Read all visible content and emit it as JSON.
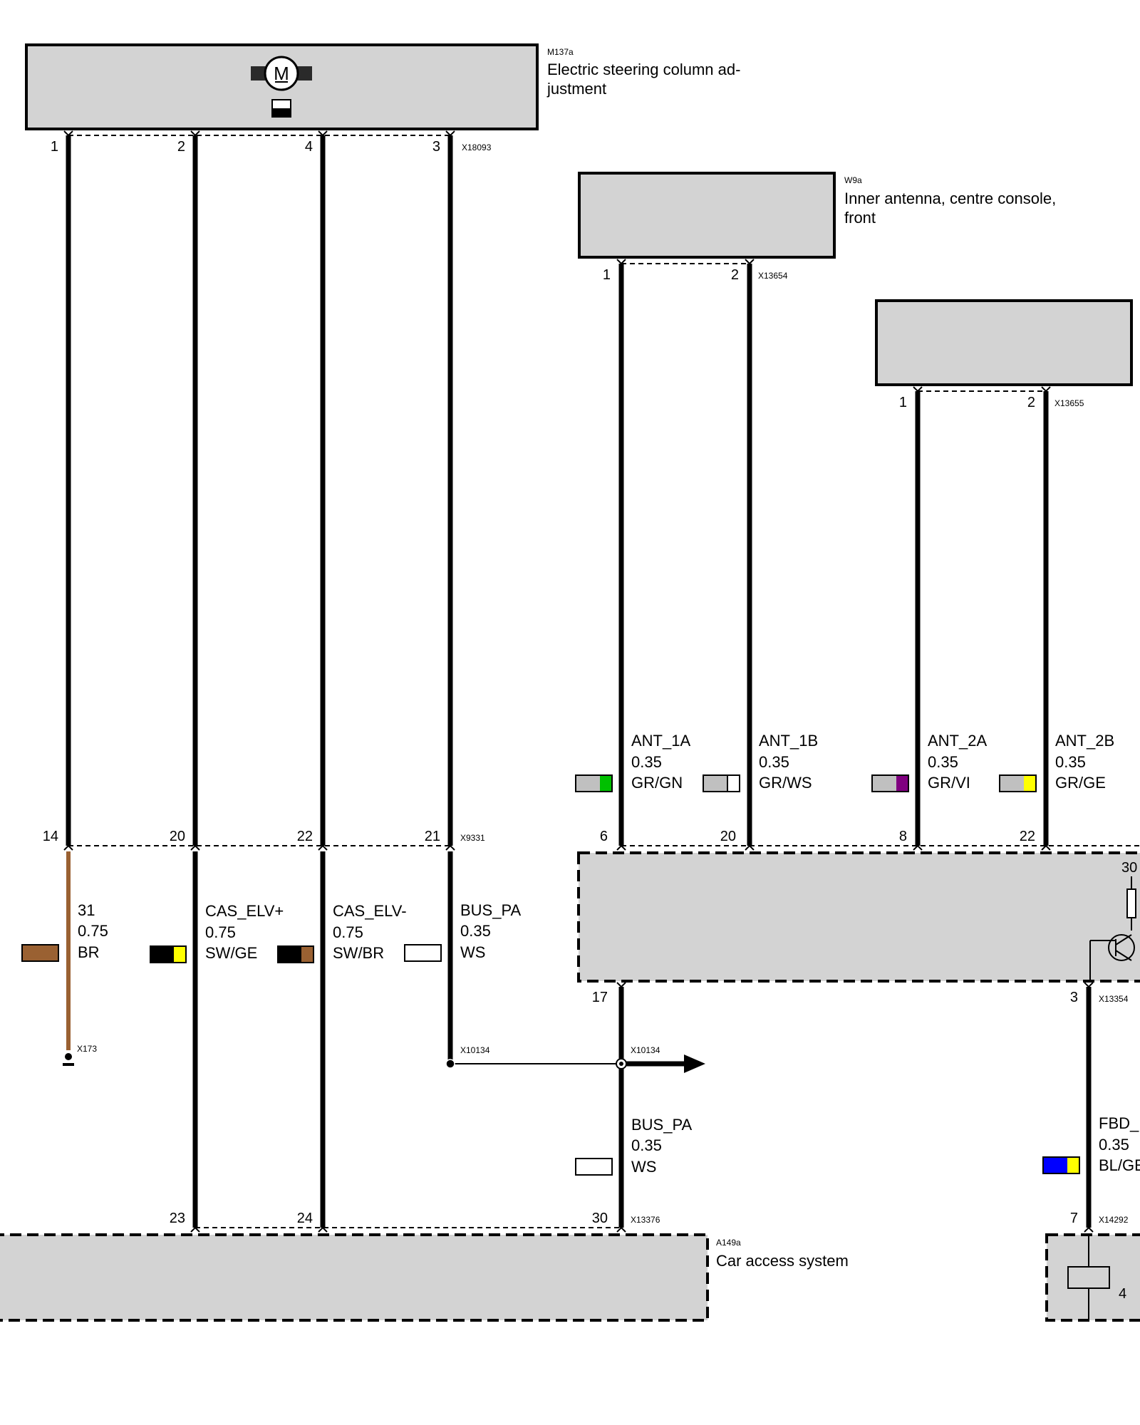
{
  "components": {
    "motor": {
      "code": "M137a",
      "name_line1": "Electric steering column ad-",
      "name_line2": "justment",
      "motor_symbol": "M"
    },
    "antenna_front": {
      "code": "W9a",
      "name_line1": "Inner antenna, centre console,",
      "name_line2": "front"
    },
    "car_access": {
      "code": "A149a",
      "name": "Car access system"
    },
    "right_bottom_pin": "4",
    "right_module_pin": "30"
  },
  "connectors": {
    "x18093": "X18093",
    "x13654": "X13654",
    "x13655": "X13655",
    "x9331": "X9331",
    "x173": "X173",
    "x10134a": "X10134",
    "x10134b": "X10134",
    "x13354": "X13354",
    "x13376": "X13376",
    "x14292": "X14292"
  },
  "pins": {
    "m_1": "1",
    "m_2": "2",
    "m_4": "4",
    "m_3": "3",
    "w9_1": "1",
    "w9_2": "2",
    "w9b_1": "1",
    "w9b_2": "2",
    "x9331_14": "14",
    "x9331_20": "20",
    "x9331_22": "22",
    "x9331_21": "21",
    "mod_6": "6",
    "mod_20": "20",
    "mod_8": "8",
    "mod_22": "22",
    "mod_17": "17",
    "mod_3": "3",
    "cas_23": "23",
    "cas_24": "24",
    "cas_30": "30",
    "right_7": "7"
  },
  "wires": [
    {
      "id": "w31",
      "signal": "31",
      "size": "0.75",
      "color_code": "BR",
      "swatch": [
        "#9a6132"
      ]
    },
    {
      "id": "elvp",
      "signal": "CAS_ELV+",
      "size": "0.75",
      "color_code": "SW/GE",
      "swatch": [
        "#000000",
        "#ffff00"
      ]
    },
    {
      "id": "elvm",
      "signal": "CAS_ELV-",
      "size": "0.75",
      "color_code": "SW/BR",
      "swatch": [
        "#000000",
        "#9a6132"
      ]
    },
    {
      "id": "buspa1",
      "signal": "BUS_PA",
      "size": "0.35",
      "color_code": "WS",
      "swatch": [
        "#ffffff"
      ]
    },
    {
      "id": "ant1a",
      "signal": "ANT_1A",
      "size": "0.35",
      "color_code": "GR/GN",
      "swatch": [
        "#c0c0c0",
        "#00c000"
      ]
    },
    {
      "id": "ant1b",
      "signal": "ANT_1B",
      "size": "0.35",
      "color_code": "GR/WS",
      "swatch": [
        "#c0c0c0",
        "#ffffff"
      ]
    },
    {
      "id": "ant2a",
      "signal": "ANT_2A",
      "size": "0.35",
      "color_code": "GR/VI",
      "swatch": [
        "#c0c0c0",
        "#800080"
      ]
    },
    {
      "id": "ant2b",
      "signal": "ANT_2B",
      "size": "0.35",
      "color_code": "GR/GE",
      "swatch": [
        "#c0c0c0",
        "#ffff00"
      ]
    },
    {
      "id": "buspa2",
      "signal": "BUS_PA",
      "size": "0.35",
      "color_code": "WS",
      "swatch": [
        "#ffffff"
      ]
    },
    {
      "id": "fbd",
      "signal": "FBD_",
      "size": "0.35",
      "color_code": "BL/GE",
      "swatch": [
        "#0000ff",
        "#ffff00"
      ]
    }
  ]
}
